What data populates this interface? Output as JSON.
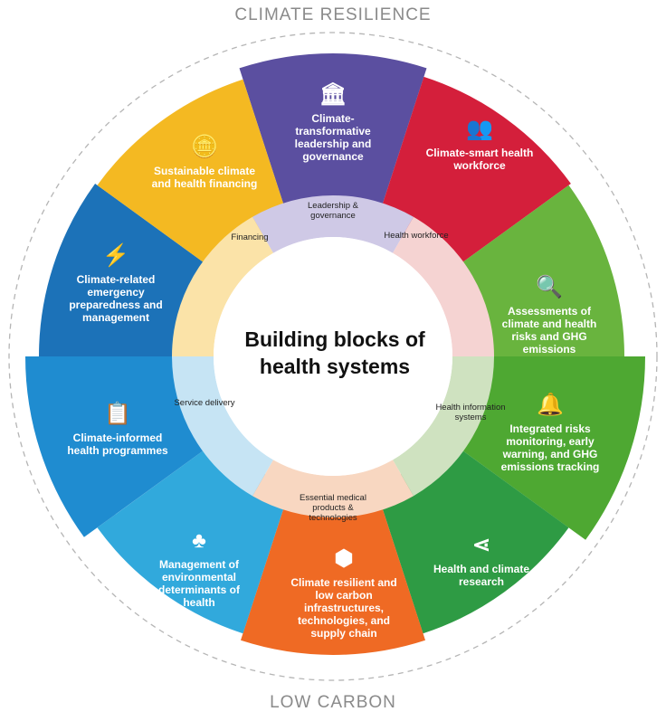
{
  "top_label": "CLIMATE RESILIENCE",
  "bottom_label": "LOW CARBON",
  "center_title": "Building blocks of health systems",
  "outer_segments": [
    {
      "label": "Climate-transformative leadership and governance",
      "icon": "government-building-icon",
      "glyph": "🏛",
      "color": "#5b4fa0"
    },
    {
      "label": "Climate-smart health workforce",
      "icon": "people-group-icon",
      "glyph": "👥",
      "color": "#d41f3b"
    },
    {
      "label": "Assessments of climate and health risks and GHG emissions",
      "icon": "magnifier-icon",
      "glyph": "🔍",
      "color": "#69b43e"
    },
    {
      "label": "Integrated risks monitoring, early warning, and GHG emissions tracking",
      "icon": "bell-icon",
      "glyph": "🔔",
      "color": "#4ea832"
    },
    {
      "label": "Health and climate research",
      "icon": "share-network-icon",
      "glyph": "⋖",
      "color": "#2e9b44"
    },
    {
      "label": "Climate resilient and low carbon infrastructures, technologies, and supply chain",
      "icon": "cube-network-icon",
      "glyph": "⬢",
      "color": "#ef6a24"
    },
    {
      "label": "Management of environmental determinants of health",
      "icon": "environment-people-icon",
      "glyph": "♣",
      "color": "#31a9dc"
    },
    {
      "label": "Climate-informed health programmes",
      "icon": "clipboard-icon",
      "glyph": "📋",
      "color": "#1f8cd0"
    },
    {
      "label": "Climate-related emergency preparedness and management",
      "icon": "house-lightning-icon",
      "glyph": "⚡",
      "color": "#1c72b8"
    },
    {
      "label": "Sustainable climate and health financing",
      "icon": "coins-icon",
      "glyph": "🪙",
      "color": "#f4b922"
    }
  ],
  "inner_segments": [
    {
      "label": "Leadership & governance",
      "color": "#cfc9e6"
    },
    {
      "label": "Health workforce",
      "color": "#f5d3d2"
    },
    {
      "label": "Health information systems",
      "color": "#cfe2c0"
    },
    {
      "label": "Essential medical products & technologies",
      "color": "#f8d7c1"
    },
    {
      "label": "Service delivery",
      "color": "#c6e4f4"
    },
    {
      "label": "Financing",
      "color": "#fbe3a8"
    }
  ]
}
